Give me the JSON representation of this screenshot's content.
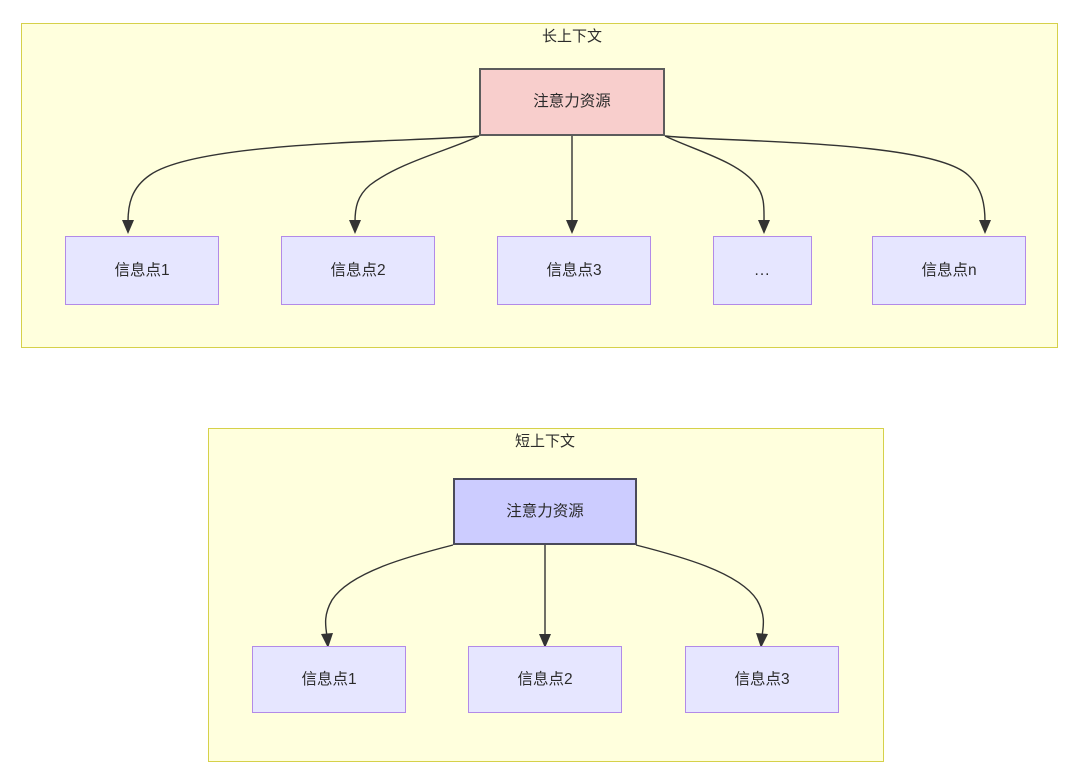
{
  "diagram": {
    "type": "hierarchy-comparison",
    "background": "#ffffff",
    "panel_fill": "#ffffdd",
    "panel_stroke": "#d6d14a",
    "edge_color": "#333333",
    "panels": [
      {
        "id": "long-context",
        "title": "长上下文",
        "hub": {
          "label": "注意力资源",
          "fill": "#f8cecc",
          "stroke": "#5c5c5c"
        },
        "leaves": [
          {
            "label": "信息点1"
          },
          {
            "label": "信息点2"
          },
          {
            "label": "信息点3"
          },
          {
            "label": "..."
          },
          {
            "label": "信息点n"
          }
        ],
        "leaf_fill": "#e6e6ff",
        "leaf_stroke": "#b28ae8"
      },
      {
        "id": "short-context",
        "title": "短上下文",
        "hub": {
          "label": "注意力资源",
          "fill": "#ccccff",
          "stroke": "#4a4a59"
        },
        "leaves": [
          {
            "label": "信息点1"
          },
          {
            "label": "信息点2"
          },
          {
            "label": "信息点3"
          }
        ],
        "leaf_fill": "#e6e6ff",
        "leaf_stroke": "#b28ae8"
      }
    ]
  }
}
